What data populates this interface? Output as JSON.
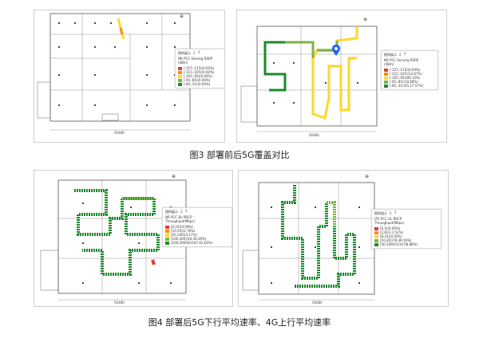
{
  "figure3": {
    "caption": "图3 部署前后5G覆盖对比",
    "left_legend": {
      "header": "图例展示",
      "title": "NR PCC Serving RSRP\n(dBm)",
      "items": [
        {
          "label": "[-157,-115)(0.00%)",
          "color": "#e53935"
        },
        {
          "label": "[-115,-105)(0.00%)",
          "color": "#fb8c00"
        },
        {
          "label": "[-105,-95)(0.00%)",
          "color": "#fdd835"
        },
        {
          "label": "[-95,-85)(0.00%)",
          "color": "#7cb342"
        },
        {
          "label": "[-85,-31)(0.00%)",
          "color": "#1b8a2a"
        }
      ]
    },
    "right_legend": {
      "header": "图例展示",
      "title": "NR PCC Serving RSRP\n(dBm)",
      "items": [
        {
          "label": "[-157,-115)(0.00%)",
          "color": "#e53935"
        },
        {
          "label": "[-115,-105)(13.67%)",
          "color": "#fb8c00"
        },
        {
          "label": "[-105,-95)(66.15%)",
          "color": "#fdd835"
        },
        {
          "label": "[-95,-85)(10.68%)",
          "color": "#7cb342"
        },
        {
          "label": "[-85,-31)(45.17.57%)",
          "color": "#1b8a2a"
        }
      ]
    },
    "dims": [
      "56480",
      "56480"
    ]
  },
  "figure4": {
    "caption": "图4 部署后5G下行平均速率、4G上行平均速率",
    "left_legend": {
      "header": "图例展示",
      "title": "NR PCC DL PDCP\nThroughput(Mbps)",
      "items": [
        {
          "label": "[0,10)(0.09%)",
          "color": "#e53935"
        },
        {
          "label": "[10,50)(2.78%)",
          "color": "#fb8c00"
        },
        {
          "label": "[50,100)(3.17%)",
          "color": "#fdd835"
        },
        {
          "label": "[100,200)(44.56.00%)",
          "color": "#7cb342"
        },
        {
          "label": "[200,20000)(107.41.63%)",
          "color": "#1b8a2a"
        }
      ]
    },
    "right_legend": {
      "header": "图例展示",
      "title": "LTE PCC UL PDCP\nThroughput(Mbps)",
      "items": [
        {
          "label": "[0,2)(0.00%)",
          "color": "#e53935"
        },
        {
          "label": "[2,8)(3.1.52%)",
          "color": "#fb8c00"
        },
        {
          "label": "[8,10)(0.00%)",
          "color": "#fdd835"
        },
        {
          "label": "[10,30)(78.39.59%)",
          "color": "#7cb342"
        },
        {
          "label": "[30,1000)(116.58.88%)",
          "color": "#1b8a2a"
        }
      ]
    },
    "dims": [
      "56480",
      "56480"
    ]
  },
  "icons": {
    "compass": "compass-icon",
    "download": "download-icon",
    "share": "share-icon",
    "location_pin": "location-pin-icon"
  }
}
